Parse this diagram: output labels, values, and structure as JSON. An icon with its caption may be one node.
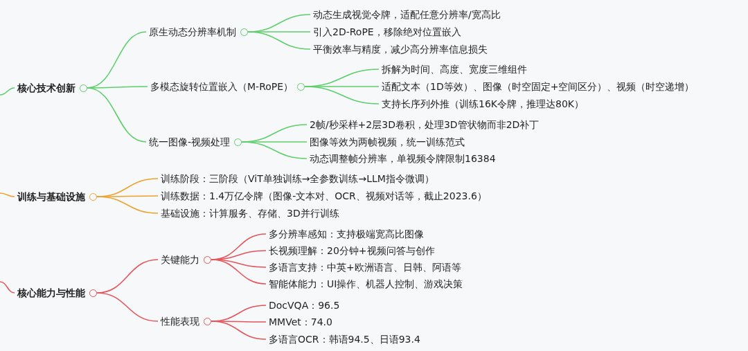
{
  "diagram": {
    "nodes": [
      {
        "text": [
          "核心技术创新"
        ]
      },
      {
        "text": [
          "原生动态分辨率机制"
        ]
      },
      {
        "text": [
          "动态生成视觉令牌，适配任意分辨率/宽高比"
        ]
      },
      {
        "text": [
          "引入2D-RoPE，移除绝对位置嵌入"
        ]
      },
      {
        "text": [
          "平衡效率与精度，减少高分辨率信息损失"
        ]
      },
      {
        "text": [
          "多模态旋转位置嵌入（M-RoPE）"
        ]
      },
      {
        "text": [
          "拆解为时间、高度、宽度三维组件"
        ]
      },
      {
        "text": [
          "适配文本（1D等效）、图像（时空固定+空间区分）、视频（时空递增）"
        ]
      },
      {
        "text": [
          "支持长序列外推（训练16K令牌，推理达80K）"
        ]
      },
      {
        "text": [
          "统一图像-视频处理"
        ]
      },
      {
        "text": [
          "2帧/秒采样+2层3D卷积，处理3D管状物而非2D补丁"
        ]
      },
      {
        "text": [
          "图像等效为两帧视频，统一训练范式"
        ]
      },
      {
        "text": [
          "动态调整帧分辨率，单视频令牌限制16384"
        ]
      },
      {
        "text": [
          "训练与基础设施"
        ]
      },
      {
        "text": [
          "训练阶段：三阶段（ViT单独训练→全参数训练→LLM指令微调）"
        ]
      },
      {
        "text": [
          "训练数据：1.4万亿令牌（图像-文本对、OCR、视频对话等，截止2023.6）"
        ]
      },
      {
        "text": [
          "基础设施：计算服务、存储、3D并行训练"
        ]
      },
      {
        "text": [
          "核心能力与性能"
        ]
      },
      {
        "text": [
          "关键能力"
        ]
      },
      {
        "text": [
          "多分辨率感知：支持极端宽高比图像"
        ]
      },
      {
        "text": [
          "长视频理解：20分钟+视频问答与创作"
        ]
      },
      {
        "text": [
          "多语言支持：中英+欧洲语言、日韩、阿语等"
        ]
      },
      {
        "text": [
          "智能体能力：UI操作、机器人控制、游戏决策"
        ]
      },
      {
        "text": [
          "性能表现"
        ]
      },
      {
        "text": [
          "DocVQA：96.5"
        ]
      },
      {
        "text": [
          "MMVet：74.0"
        ]
      },
      {
        "text": [
          "多语言OCR：韩语94.5、日语93.4"
        ]
      }
    ],
    "edges": [
      {
        "from": null,
        "to": 0,
        "arrow": "none"
      },
      {
        "from": 0,
        "to": 1,
        "arrow": "none"
      },
      {
        "from": 1,
        "to": 2,
        "arrow": "none"
      },
      {
        "from": 1,
        "to": 3,
        "arrow": "none"
      },
      {
        "from": 1,
        "to": 4,
        "arrow": "none"
      },
      {
        "from": 0,
        "to": 5,
        "arrow": "none"
      },
      {
        "from": 5,
        "to": 6,
        "arrow": "none"
      },
      {
        "from": 5,
        "to": 7,
        "arrow": "none"
      },
      {
        "from": 5,
        "to": 8,
        "arrow": "none"
      },
      {
        "from": 0,
        "to": 9,
        "arrow": "none"
      },
      {
        "from": 9,
        "to": 10,
        "arrow": "none"
      },
      {
        "from": 9,
        "to": 11,
        "arrow": "none"
      },
      {
        "from": 9,
        "to": 12,
        "arrow": "none"
      },
      {
        "from": null,
        "to": 13,
        "arrow": "none",
        "color": "#f0a02e"
      },
      {
        "from": 13,
        "to": 14,
        "arrow": "none",
        "color": "#f0a02e"
      },
      {
        "from": 13,
        "to": 15,
        "arrow": "none",
        "color": "#f0a02e"
      },
      {
        "from": 13,
        "to": 16,
        "arrow": "none",
        "color": "#f0a02e"
      },
      {
        "from": null,
        "to": 17,
        "arrow": "none",
        "color": "#e5545a"
      },
      {
        "from": 17,
        "to": 18,
        "arrow": "none",
        "color": "#e5545a"
      },
      {
        "from": 18,
        "to": 19,
        "arrow": "none",
        "color": "#e5545a"
      },
      {
        "from": 18,
        "to": 20,
        "arrow": "none",
        "color": "#e5545a"
      },
      {
        "from": 18,
        "to": 21,
        "arrow": "none",
        "color": "#e5545a"
      },
      {
        "from": 18,
        "to": 22,
        "arrow": "none",
        "color": "#e5545a"
      },
      {
        "from": 17,
        "to": 23,
        "arrow": "none",
        "color": "#e5545a"
      },
      {
        "from": 23,
        "to": 24,
        "arrow": "none",
        "color": "#e5545a"
      },
      {
        "from": 23,
        "to": 25,
        "arrow": "none",
        "color": "#e5545a"
      },
      {
        "from": 23,
        "to": 26,
        "arrow": "none",
        "color": "#e5545a"
      }
    ]
  }
}
